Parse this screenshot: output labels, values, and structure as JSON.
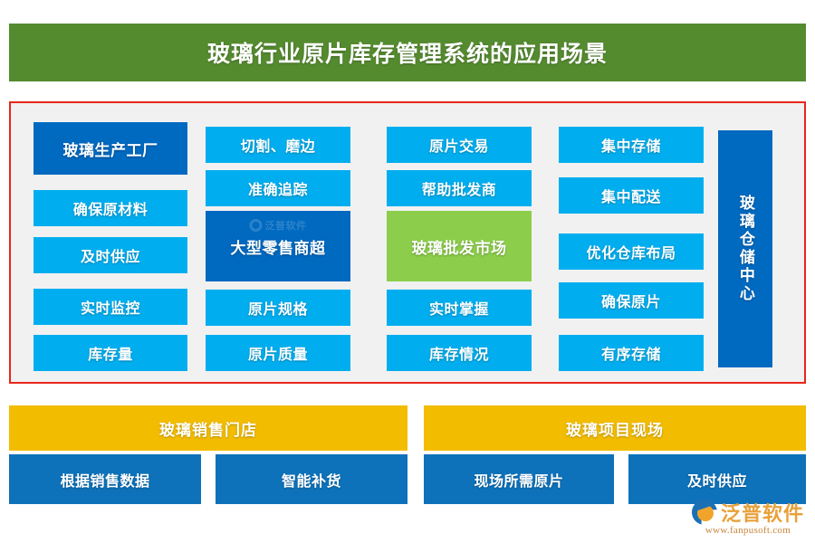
{
  "header": {
    "title": "玻璃行业原片库存管理系统的应用场景",
    "background_color": "#558B2F",
    "text_color": "#FFFFFF"
  },
  "palette": {
    "light_blue": "#00AEEF",
    "dark_blue": "#0069C0",
    "green": "#8CCE4B",
    "gold": "#F2BC00",
    "leaf_blue": "#0E72BA",
    "panel_border": "#E8271A",
    "panel_background": "#F1F1F1"
  },
  "main_panel": {
    "columns": [
      {
        "name": "glass-production-factory",
        "cells": [
          {
            "label": "玻璃生产工厂",
            "style": "dark",
            "tall": true
          },
          {
            "label": "确保原材料",
            "style": "light",
            "tall": false
          },
          {
            "label": "及时供应",
            "style": "light",
            "tall": false
          },
          {
            "label": "实时监控",
            "style": "light",
            "tall": false
          },
          {
            "label": "库存量",
            "style": "light",
            "tall": false
          }
        ]
      },
      {
        "name": "large-retail-supermarket",
        "cells": [
          {
            "label": "切割、磨边",
            "style": "light",
            "tall": false
          },
          {
            "label": "准确追踪",
            "style": "light",
            "tall": false
          },
          {
            "label": "大型零售商超",
            "style": "dark",
            "tall": true
          },
          {
            "label": "原片规格",
            "style": "light",
            "tall": false
          },
          {
            "label": "原片质量",
            "style": "light",
            "tall": false
          }
        ]
      },
      {
        "name": "glass-wholesale-market",
        "cells": [
          {
            "label": "原片交易",
            "style": "light",
            "tall": false
          },
          {
            "label": "帮助批发商",
            "style": "light",
            "tall": false
          },
          {
            "label": "玻璃批发市场",
            "style": "green",
            "tall": true
          },
          {
            "label": "实时掌握",
            "style": "light",
            "tall": false
          },
          {
            "label": "库存情况",
            "style": "light",
            "tall": false
          }
        ]
      },
      {
        "name": "centralized-storage",
        "cells": [
          {
            "label": "集中存储",
            "style": "light",
            "tall": false
          },
          {
            "label": "集中配送",
            "style": "light",
            "tall": false
          },
          {
            "label": "优化仓库布局",
            "style": "light",
            "tall": false
          },
          {
            "label": "确保原片",
            "style": "light",
            "tall": false
          },
          {
            "label": "有序存储",
            "style": "light",
            "tall": false
          }
        ]
      }
    ],
    "vertical_cell": {
      "name": "glass-storage-center",
      "label": "玻璃仓储中心",
      "style": "dark"
    }
  },
  "bottom": {
    "bands": [
      {
        "name": "glass-sales-store",
        "label": "玻璃销售门店"
      },
      {
        "name": "glass-project-site",
        "label": "玻璃项目现场"
      }
    ],
    "leaves": [
      {
        "name": "based-on-sales-data",
        "label": "根据销售数据"
      },
      {
        "name": "smart-replenishment",
        "label": "智能补货"
      },
      {
        "name": "site-required-raw-glass",
        "label": "现场所需原片"
      },
      {
        "name": "timely-supply",
        "label": "及时供应"
      }
    ]
  },
  "watermark": {
    "brand": "泛普软件",
    "url": "www.fanpusoft.com",
    "inline_brand": "泛普软件"
  }
}
